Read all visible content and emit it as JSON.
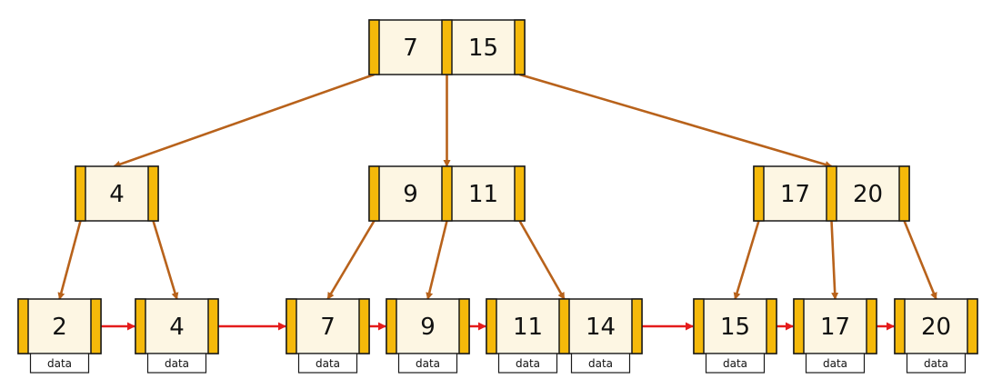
{
  "colors": {
    "node_fill": "#fdf6e3",
    "pointer_fill": "#f5b90a",
    "border": "#1a1a1a",
    "tree_edge": "#b8621b",
    "leaf_link": "#e41b1b"
  },
  "data_label": "data",
  "root": {
    "keys": [
      "7",
      "15"
    ]
  },
  "internal": [
    {
      "keys": [
        "4"
      ]
    },
    {
      "keys": [
        "9",
        "11"
      ]
    },
    {
      "keys": [
        "17",
        "20"
      ]
    }
  ],
  "leaves": [
    {
      "keys": [
        "2"
      ]
    },
    {
      "keys": [
        "4"
      ]
    },
    {
      "keys": [
        "7"
      ]
    },
    {
      "keys": [
        "9"
      ]
    },
    {
      "keys": [
        "11",
        "14"
      ]
    },
    {
      "keys": [
        "15"
      ]
    },
    {
      "keys": [
        "17"
      ]
    },
    {
      "keys": [
        "20"
      ]
    }
  ]
}
